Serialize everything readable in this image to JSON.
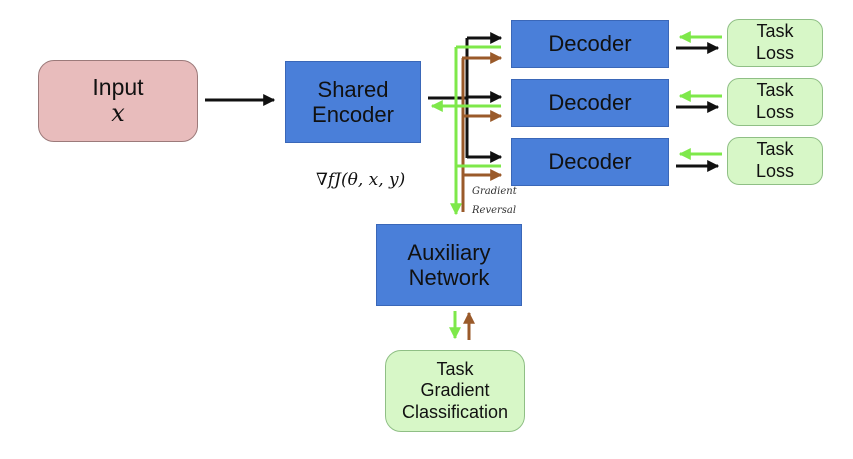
{
  "nodes": {
    "input": {
      "label": "Input",
      "var": "x"
    },
    "encoder": {
      "line1": "Shared",
      "line2": "Encoder"
    },
    "decoders": [
      {
        "label": "Decoder"
      },
      {
        "label": "Decoder"
      },
      {
        "label": "Decoder"
      }
    ],
    "task_losses": [
      {
        "line1": "Task",
        "line2": "Loss"
      },
      {
        "line1": "Task",
        "line2": "Loss"
      },
      {
        "line1": "Task",
        "line2": "Loss"
      }
    ],
    "auxiliary": {
      "line1": "Auxiliary",
      "line2": "Network"
    },
    "task_gradient_classification": {
      "line1": "Task",
      "line2": "Gradient",
      "line3": "Classification"
    }
  },
  "labels": {
    "gradient_formula": "∇fJ(θ, x, y)",
    "gradient_reversal_line1": "Gradient",
    "gradient_reversal_line2": "Reversal"
  },
  "colors": {
    "input_fill": "#e8bcbc",
    "block_fill": "#4a7fd9",
    "loss_fill": "#d7f7c7",
    "forward_arrow": "#111111",
    "gradient_arrow": "#7ee84a",
    "reversal_arrow": "#9a5a2a"
  }
}
